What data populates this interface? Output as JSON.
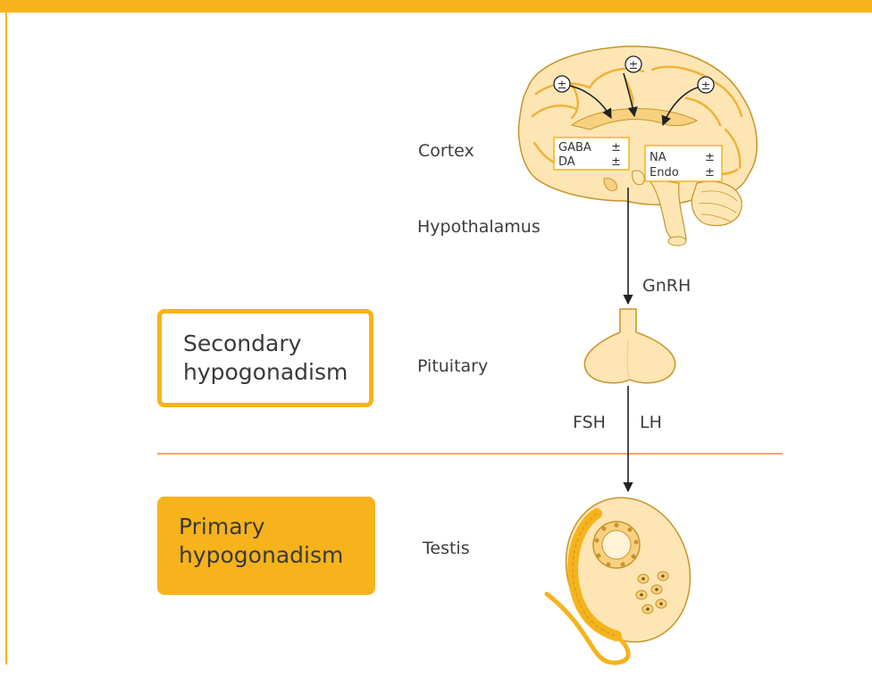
{
  "colors": {
    "accent": "#f6b31b",
    "organ_fill": "#fde6b4",
    "organ_stroke": "#c8942a",
    "text": "#3a3a3a"
  },
  "levels": {
    "cortex": "Cortex",
    "hypothalamus": "Hypothalamus",
    "pituitary": "Pituitary",
    "testis": "Testis"
  },
  "hormones": {
    "gnrh": "GnRH",
    "fsh": "FSH",
    "lh": "LH"
  },
  "modulators": {
    "sign": "±",
    "left_box": [
      {
        "name": "GABA",
        "sign": "±"
      },
      {
        "name": "DA",
        "sign": "±"
      }
    ],
    "right_box": [
      {
        "name": "NA",
        "sign": "±"
      },
      {
        "name": "Endo",
        "sign": "±"
      }
    ]
  },
  "secondary_box": {
    "line1": "Secondary",
    "line2": "hypogonadism"
  },
  "primary_box": {
    "line1": "Primary",
    "line2": "hypogonadism"
  }
}
